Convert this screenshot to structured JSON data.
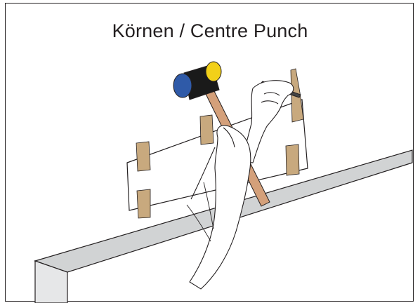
{
  "title": "Körnen / Centre Punch",
  "colors": {
    "outline": "#231f20",
    "board_top": "#d1d3d4",
    "board_face": "#e6e7e8",
    "tape": "#c8a97e",
    "handle": "#d4a07a",
    "mallet_head": "#1a1a1a",
    "mallet_blue": "#2f5aa8",
    "mallet_yellow": "#f2d019"
  },
  "icons": [
    "mallet-icon",
    "centre-punch-icon",
    "template-paper",
    "masking-tape",
    "hands"
  ]
}
